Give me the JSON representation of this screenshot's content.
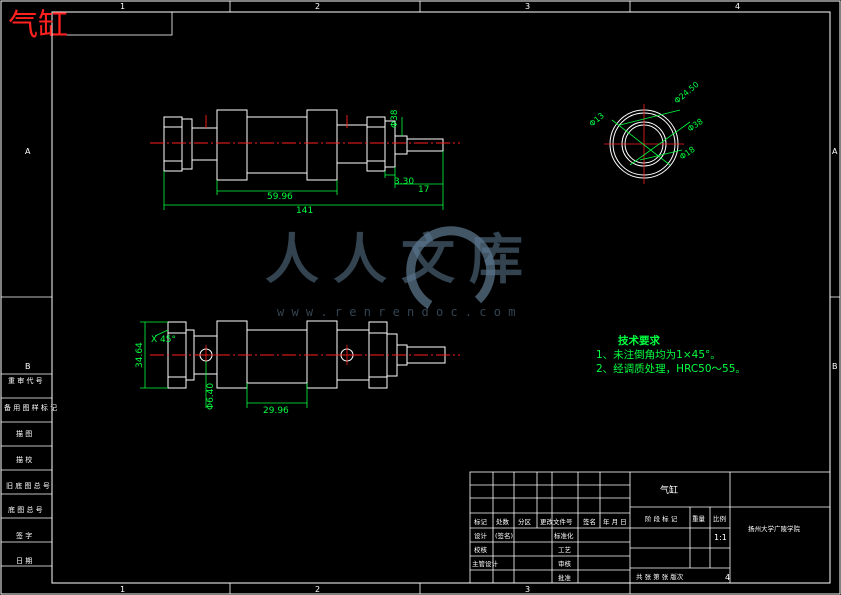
{
  "title": "气缸",
  "frame": {
    "top_zones": [
      "1",
      "2",
      "3",
      "4"
    ],
    "bottom_zones": [
      "1",
      "2",
      "3",
      "4"
    ],
    "left_zones": [
      "A",
      "B"
    ],
    "right_zones": [
      "A",
      "B"
    ]
  },
  "side_strip": [
    "重 审 代 号",
    "备 用 图 样 标 记",
    "描 图",
    "描 校",
    "旧 底 图 总 号",
    "底 图 总 号",
    "签 字",
    "日 期"
  ],
  "dimensions": {
    "top_view": [
      "Φ38",
      "59.96",
      "3.30",
      "17",
      "141"
    ],
    "bottom_view": [
      "X 45°",
      "34.64",
      "29.96",
      "Φ6.40"
    ],
    "end_view": [
      "Φ24.50",
      "Φ13",
      "Φ38",
      "Φ18"
    ]
  },
  "tech_requirements": {
    "heading": "技术要求",
    "items": [
      "1、未注倒角均为1×45°。",
      "2、经调质处理，HRC50～55。"
    ]
  },
  "title_block": {
    "part_name": "气缸",
    "company": "扬州大学广陵学院",
    "scale": "1:1",
    "headers": [
      "标记",
      "处数",
      "分区",
      "更改文件号",
      "签名",
      "年 月 日"
    ],
    "roles": [
      "设计",
      "校核",
      "主管设计"
    ],
    "standard": "标准化",
    "designer_sig": "(签名)",
    "process_labels": [
      "工艺",
      "审核",
      "批准"
    ],
    "stage_cols": [
      "阶 段 标 记",
      "重量",
      "比例"
    ],
    "sheet_info": "共 张  第 张  版次"
  },
  "watermark": {
    "text": "人人文库",
    "url": "w w w . r e n r e n d o c . c o m"
  },
  "colors": {
    "frame": "#ffffff",
    "geometry": "#ffffff",
    "centerline": "#ff2020",
    "dimension": "#00ff40",
    "title": "#ff2020",
    "watermark": "#5e7a92"
  }
}
